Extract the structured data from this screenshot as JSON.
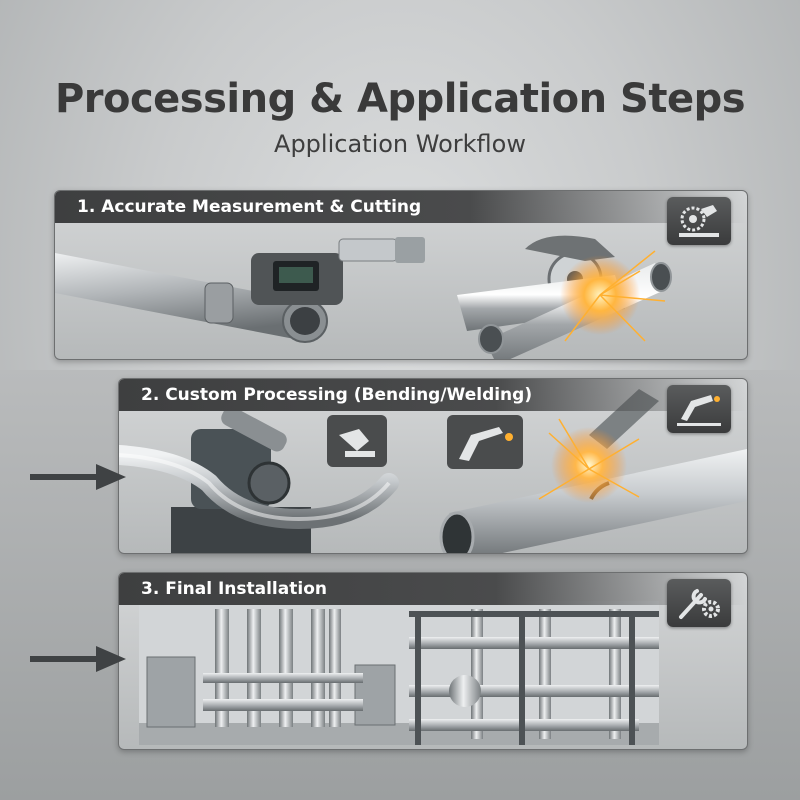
{
  "page": {
    "title": "Processing & Application Steps",
    "subtitle": "Application Workflow"
  },
  "steps": [
    {
      "label": "1. Accurate Measurement & Cutting",
      "icon": "cutting-saw-icon"
    },
    {
      "label": "2. Custom Processing (Bending/Welding)",
      "icon": "welding-torch-icon"
    },
    {
      "label": "3. Final Installation",
      "icon": "wrench-gear-icon"
    }
  ],
  "colors": {
    "header_bg": "#3e3f40",
    "header_text": "#ffffff",
    "title_text": "#3a3a3a",
    "steel": "#b8bcbf",
    "spark": "#ff9a2a"
  }
}
